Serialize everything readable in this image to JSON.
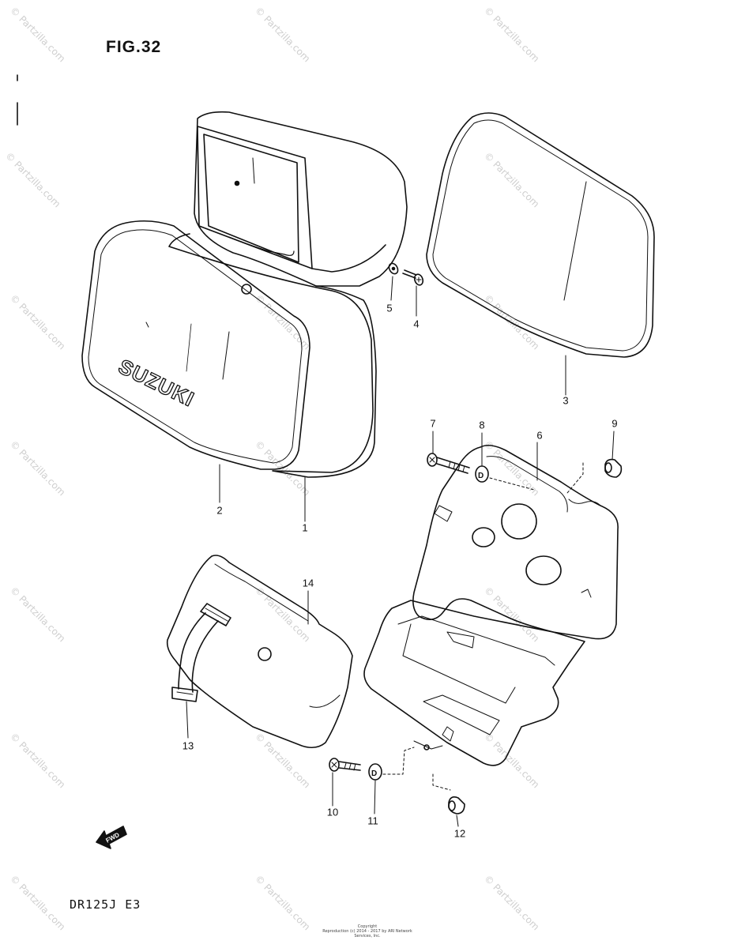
{
  "figure": {
    "title": "FIG.32",
    "model_code": "DR125J  E3",
    "copyright_lines": [
      "Copyright",
      "Reproduction (c) 2014 - 2017 by ARI Network Services, Inc."
    ],
    "watermark": "© Partzilla.com",
    "fwd_label": "FWD",
    "emblem_text": "SUZUKI"
  },
  "callouts": [
    {
      "id": "1",
      "label": "1"
    },
    {
      "id": "2",
      "label": "2"
    },
    {
      "id": "3",
      "label": "3"
    },
    {
      "id": "4",
      "label": "4"
    },
    {
      "id": "5",
      "label": "5"
    },
    {
      "id": "6",
      "label": "6"
    },
    {
      "id": "7",
      "label": "7"
    },
    {
      "id": "8",
      "label": "8"
    },
    {
      "id": "9",
      "label": "9"
    },
    {
      "id": "10",
      "label": "10"
    },
    {
      "id": "11",
      "label": "11"
    },
    {
      "id": "12",
      "label": "12"
    },
    {
      "id": "13",
      "label": "13"
    },
    {
      "id": "14",
      "label": "14"
    }
  ]
}
